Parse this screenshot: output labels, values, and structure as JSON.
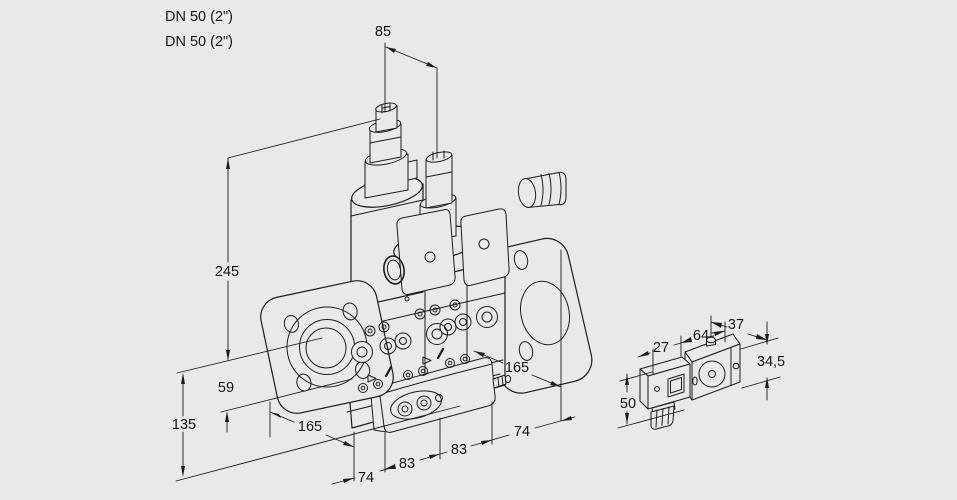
{
  "page": {
    "bg": "#e9e9e9",
    "ink": "#1c1c1c"
  },
  "product_labels": {
    "flange_size_line1": "DN 50 (2\")",
    "flange_size_line2": "DN 50 (2\")"
  },
  "dimensions_mm": {
    "actuator_offset": "85",
    "height_above_axis": "245",
    "axis_to_body_bottom": "59",
    "height_below_axis": "135",
    "flange_length_left": "165",
    "flange_length_right": "165",
    "chain": [
      "74",
      "83",
      "83",
      "74"
    ],
    "pressure_switch": {
      "connector_depth": "27",
      "body_length": "64",
      "body_offset": "37",
      "body_height": "34,5",
      "total_height": "50"
    }
  }
}
